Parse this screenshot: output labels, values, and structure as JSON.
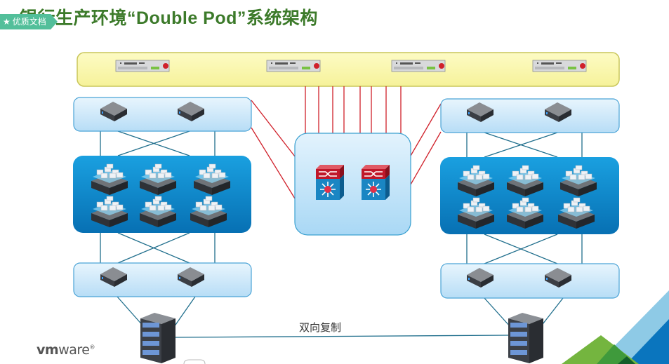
{
  "badge": {
    "icon": "star-icon",
    "label": "优质文档"
  },
  "title": "银行生产环境“Double Pod”系统架构",
  "diagram": {
    "top_tier": {
      "name": "firewall-tier",
      "devices": 4,
      "fill": "#fbf8a8",
      "stroke": "#c9c65a"
    },
    "core": {
      "name": "core-switch-box",
      "devices": 2,
      "uplinks": 8
    },
    "pods": [
      {
        "side": "left",
        "aggregation_switches": 2,
        "host_clusters": 6,
        "access_switches": 2,
        "storage": 1
      },
      {
        "side": "right",
        "aggregation_switches": 2,
        "host_clusters": 6,
        "access_switches": 2,
        "storage": 1
      }
    ],
    "replication_label": "双向复制",
    "colors": {
      "line_blue": "#1f6e8c",
      "line_red": "#d0202a",
      "pod_dark": "#0a84c6",
      "pod_light": "#cde9fa"
    }
  },
  "footer": {
    "logo_bold": "vm",
    "logo_rest": "ware",
    "logo_mark": "®"
  }
}
